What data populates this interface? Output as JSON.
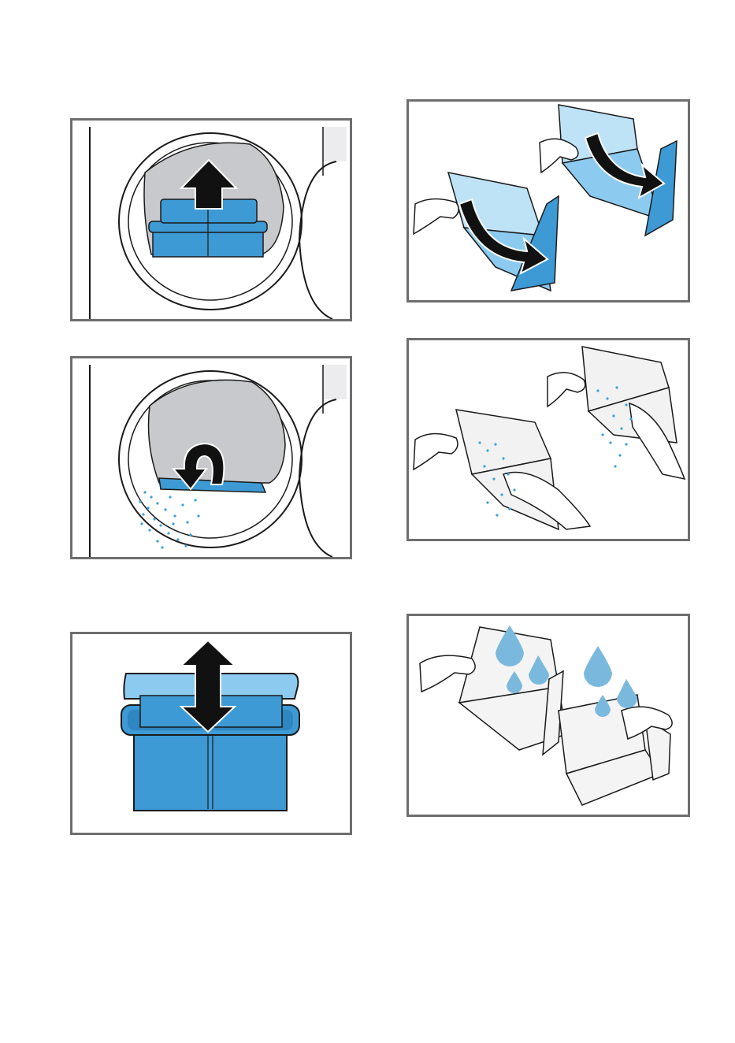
{
  "colors": {
    "frame": "#6e6e6e",
    "filter_blue": "#3d9ad4",
    "filter_blue_light": "#8ccbef",
    "filter_blue_pale": "#bfe3f6",
    "drum_grey": "#c8c9cc",
    "lint_blue": "#3aa0dc",
    "water_drop": "#7ab9dd",
    "arrow": "#111111",
    "line": "#1a1a1a"
  },
  "steps": [
    {
      "id": "step-1",
      "icons": [
        "door-ring-icon",
        "lint-filter-icon",
        "arrow-up-icon"
      ]
    },
    {
      "id": "step-2",
      "icons": [
        "door-ring-icon",
        "filter-slot-icon",
        "curved-arrow-icon",
        "lint-particles-icon"
      ]
    },
    {
      "id": "step-3",
      "icons": [
        "lint-filter-icon",
        "double-arrow-icon"
      ]
    },
    {
      "id": "step-4",
      "icons": [
        "hand-icon",
        "filter-open-icon",
        "curved-arrow-icon"
      ]
    },
    {
      "id": "step-5",
      "icons": [
        "hand-icon",
        "filter-open-icon",
        "lint-particles-icon"
      ]
    },
    {
      "id": "step-6",
      "icons": [
        "hand-icon",
        "filter-open-icon",
        "water-drop-icon"
      ]
    }
  ]
}
